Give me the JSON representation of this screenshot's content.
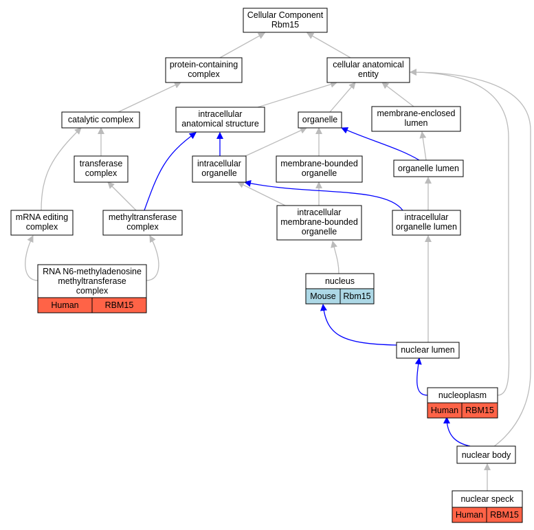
{
  "colors": {
    "gray_edge": "#bbbbbb",
    "blue_edge": "#0000ff",
    "human_fill": "#ff6347",
    "mouse_fill": "#add8e6",
    "node_border": "#000000"
  },
  "nodes": {
    "root": [
      "Cellular Component",
      "Rbm15"
    ],
    "protein_containing_complex": [
      "protein-containing",
      "complex"
    ],
    "cellular_anatomical_entity": [
      "cellular anatomical",
      "entity"
    ],
    "catalytic_complex": [
      "catalytic complex"
    ],
    "intracellular_anatomical_structure": [
      "intracellular",
      "anatomical structure"
    ],
    "organelle": [
      "organelle"
    ],
    "membrane_enclosed_lumen": [
      "membrane-enclosed",
      "lumen"
    ],
    "transferase_complex": [
      "transferase",
      "complex"
    ],
    "intracellular_organelle": [
      "intracellular",
      "organelle"
    ],
    "membrane_bounded_organelle": [
      "membrane-bounded",
      "organelle"
    ],
    "organelle_lumen": [
      "organelle lumen"
    ],
    "mrna_editing_complex": [
      "mRNA editing",
      "complex"
    ],
    "methyltransferase_complex": [
      "methyltransferase",
      "complex"
    ],
    "intracellular_membrane_bounded_organelle": [
      "intracellular",
      "membrane-bounded",
      "organelle"
    ],
    "intracellular_organelle_lumen": [
      "intracellular",
      "organelle lumen"
    ],
    "rna_n6_complex": [
      "RNA N6-methyladenosine",
      "methyltransferase",
      "complex"
    ],
    "nucleus": [
      "nucleus"
    ],
    "nuclear_lumen": [
      "nuclear lumen"
    ],
    "nucleoplasm": [
      "nucleoplasm"
    ],
    "nuclear_body": [
      "nuclear body"
    ],
    "nuclear_speck": [
      "nuclear speck"
    ]
  },
  "annotations": {
    "rna_n6_complex": [
      "Human",
      "RBM15"
    ],
    "nucleus": [
      "Mouse",
      "Rbm15"
    ],
    "nucleoplasm": [
      "Human",
      "RBM15"
    ],
    "nuclear_speck": [
      "Human",
      "RBM15"
    ]
  }
}
